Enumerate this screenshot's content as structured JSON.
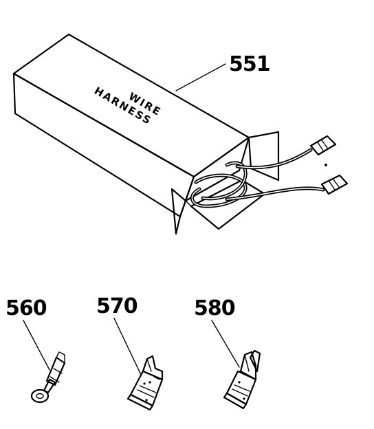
{
  "parts": {
    "wire_harness": {
      "callout": "551",
      "box_label_line1": "WIRE",
      "box_label_line2": "HARNESS"
    },
    "ring_terminal": {
      "callout": "560"
    },
    "receptacle_terminal": {
      "callout": "570"
    },
    "piggyback_terminal": {
      "callout": "580"
    }
  }
}
